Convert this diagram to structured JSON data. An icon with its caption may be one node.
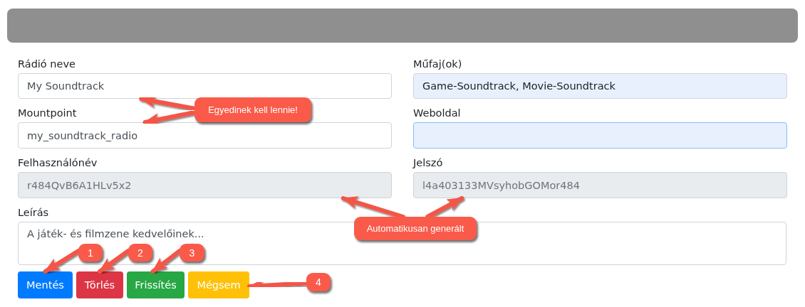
{
  "diagram": {
    "nodes": [
      {
        "text": [
          "My Soundtrack"
        ],
        "beside": [
          "Rádió neve"
        ]
      },
      {
        "text": [
          "Game-Soundtrack, Movie-Soundtrack"
        ],
        "beside": [
          "Műfaj(ok)"
        ]
      },
      {
        "text": [
          "Egyedinek kell lennie!"
        ]
      },
      {
        "text": [
          "my_soundtrack_radio"
        ],
        "beside": [
          "Mountpoint"
        ]
      },
      {
        "text": [],
        "shape": "box",
        "beside": [
          "Weboldal"
        ]
      },
      {
        "text": [
          "r484QvB6A1HLv5x2"
        ],
        "beside": [
          "Felhasználónév"
        ]
      },
      {
        "text": [
          "l4a403133MVsyhobGOMor484"
        ],
        "beside": [
          "Jelszó"
        ]
      },
      {
        "text": [
          "A játék- és filmzene kedvelőinek..."
        ],
        "beside": [
          "Leírás"
        ]
      },
      {
        "text": [
          "Automatikusan generált"
        ]
      },
      {
        "text": [
          "1"
        ],
        "in": 7
      },
      {
        "text": [
          "2"
        ],
        "in": 7
      },
      {
        "text": [
          "3"
        ],
        "in": 7
      },
      {
        "text": [
          "Mentés"
        ]
      },
      {
        "text": [
          "Törlés"
        ]
      },
      {
        "text": [
          "Frissítés"
        ]
      },
      {
        "text": [
          "Mégsem"
        ]
      },
      {
        "text": [
          "4"
        ]
      }
    ],
    "edges": [
      {
        "from": 2,
        "to": 0,
        "arrow": "to"
      },
      {
        "from": 2,
        "to": 3,
        "arrow": "to"
      },
      {
        "from": 8,
        "to": 5,
        "arrow": "to"
      },
      {
        "from": 8,
        "to": 6,
        "arrow": "to"
      },
      {
        "from": 9,
        "to": 12,
        "arrow": "to"
      },
      {
        "from": 10,
        "to": 13,
        "arrow": "to"
      },
      {
        "from": 11,
        "to": 14,
        "arrow": "to"
      },
      {
        "from": 16,
        "to": 15,
        "arrow": "to"
      }
    ]
  }
}
